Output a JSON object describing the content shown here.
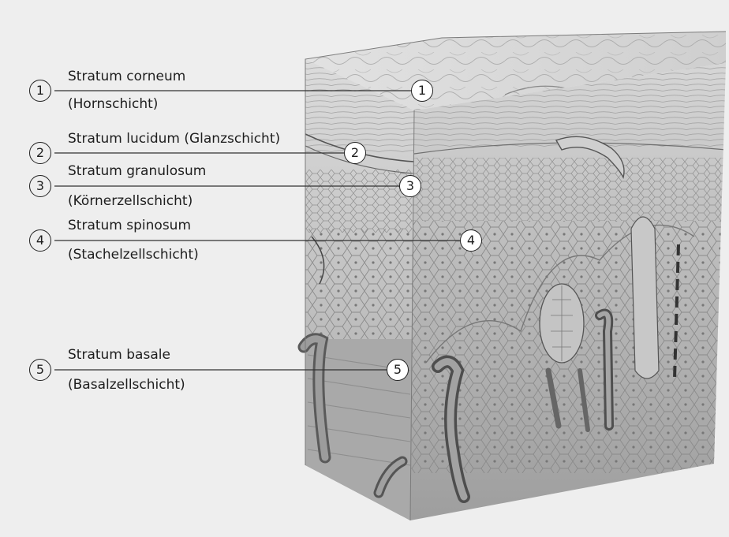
{
  "layers": [
    {
      "number": "1",
      "latin": "Stratum corneum",
      "german": "(Hornschicht)"
    },
    {
      "number": "2",
      "latin": "Stratum lucidum (Glanzschicht)",
      "german": ""
    },
    {
      "number": "3",
      "latin": "Stratum granulosum",
      "german": "(Körnerzellschicht)"
    },
    {
      "number": "4",
      "latin": "Stratum spinosum",
      "german": "(Stachelzellschicht)"
    },
    {
      "number": "5",
      "latin": "Stratum basale",
      "german": "(Basalzellschicht)"
    }
  ],
  "colors": {
    "background": "#eeeeee",
    "tissue_light": "#d4d4d4",
    "tissue_mid": "#b0b0b0",
    "tissue_dark": "#6e6e6e",
    "leader_line": "#333333"
  }
}
